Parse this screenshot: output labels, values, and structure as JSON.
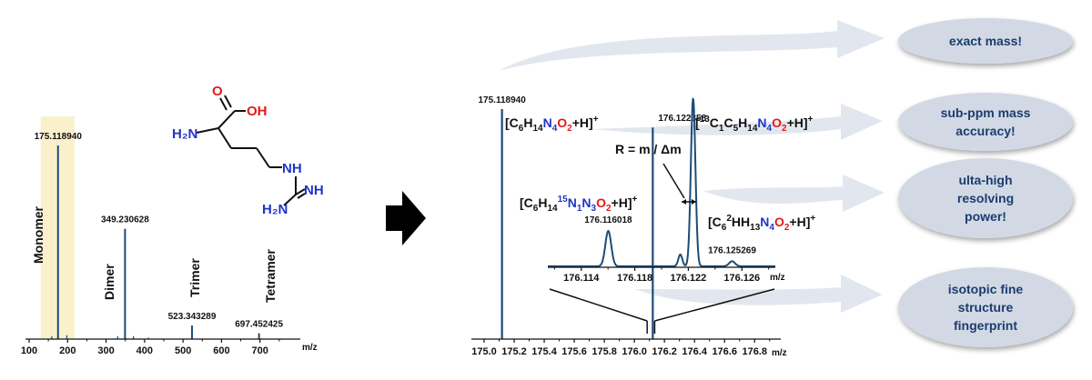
{
  "colors": {
    "spectrum": "#1c4c78",
    "highlight": "#fbf0cc",
    "arrow_fill": "#dde3ec",
    "bubble_fill": "#d2d9e5",
    "bubble_text": "#1b3c6e",
    "blue_atom": "#1f35c9",
    "red_atom": "#e01b1b"
  },
  "molecule": {
    "o_label": "O",
    "oh_label": "OH",
    "h2n_label": "H₂N",
    "nh_label": "NH",
    "eq_nh_label": "NH",
    "h2n_bottom_label": "H₂N"
  },
  "center_arrow_icon": "right-arrow-icon",
  "resolution_label": "R = m / Δm",
  "formulas": {
    "main": [
      {
        "t": "[C"
      },
      {
        "t": "6",
        "s": "sub"
      },
      {
        "t": "H"
      },
      {
        "t": "14",
        "s": "sub"
      },
      {
        "t": "N",
        "c": "blue"
      },
      {
        "t": "4",
        "s": "sub",
        "c": "blue"
      },
      {
        "t": "O",
        "c": "red"
      },
      {
        "t": "2",
        "s": "sub",
        "c": "red"
      },
      {
        "t": "+H]"
      },
      {
        "t": "+",
        "s": "sup"
      }
    ],
    "c13": [
      {
        "t": "["
      },
      {
        "t": "13",
        "s": "sup"
      },
      {
        "t": "C"
      },
      {
        "t": "1",
        "s": "sub"
      },
      {
        "t": "C"
      },
      {
        "t": "5",
        "s": "sub"
      },
      {
        "t": "H"
      },
      {
        "t": "14",
        "s": "sub"
      },
      {
        "t": "N",
        "c": "blue"
      },
      {
        "t": "4",
        "s": "sub",
        "c": "blue"
      },
      {
        "t": "O",
        "c": "red"
      },
      {
        "t": "2",
        "s": "sub",
        "c": "red"
      },
      {
        "t": "+H]"
      },
      {
        "t": "+",
        "s": "sup"
      }
    ],
    "n15": [
      {
        "t": "[C"
      },
      {
        "t": "6",
        "s": "sub"
      },
      {
        "t": "H"
      },
      {
        "t": "14",
        "s": "sub"
      },
      {
        "t": "15",
        "s": "sup",
        "c": "blue"
      },
      {
        "t": "N",
        "c": "blue"
      },
      {
        "t": "1",
        "s": "sub",
        "c": "blue"
      },
      {
        "t": "N",
        "c": "blue"
      },
      {
        "t": "3",
        "s": "sub",
        "c": "blue"
      },
      {
        "t": "O",
        "c": "red"
      },
      {
        "t": "2",
        "s": "sub",
        "c": "red"
      },
      {
        "t": "+H]"
      },
      {
        "t": "+",
        "s": "sup"
      }
    ],
    "h2": [
      {
        "t": "[C"
      },
      {
        "t": "6",
        "s": "sub"
      },
      {
        "t": "2",
        "s": "sup"
      },
      {
        "t": "HH"
      },
      {
        "t": "13",
        "s": "sub"
      },
      {
        "t": "N",
        "c": "blue"
      },
      {
        "t": "4",
        "s": "sub",
        "c": "blue"
      },
      {
        "t": "O",
        "c": "red"
      },
      {
        "t": "2",
        "s": "sub",
        "c": "red"
      },
      {
        "t": "+H]"
      },
      {
        "t": "+",
        "s": "sup"
      }
    ]
  },
  "bubbles": [
    {
      "lines": [
        "exact mass!"
      ]
    },
    {
      "lines": [
        "sub-ppm mass",
        "accuracy!"
      ]
    },
    {
      "lines": [
        "ulta-high",
        "resolving",
        "power!"
      ]
    },
    {
      "lines": [
        "isotopic fine",
        "structure",
        "fingerprint"
      ]
    }
  ],
  "chart_data": [
    {
      "type": "bar",
      "xlabel": "m/z",
      "xlim": [
        100,
        800
      ],
      "xticks": [
        100,
        200,
        300,
        400,
        500,
        600,
        700
      ],
      "highlight_range": [
        130,
        218
      ],
      "peaks": [
        {
          "x": 175.11894,
          "y": 100,
          "label": "175.118940"
        },
        {
          "x": 349.230628,
          "y": 57,
          "label": "349.230628"
        },
        {
          "x": 523.343289,
          "y": 7,
          "label": "523.343289"
        },
        {
          "x": 697.452425,
          "y": 3,
          "label": "697.452425"
        }
      ],
      "noise": [
        {
          "x": 159,
          "y": 1.5
        },
        {
          "x": 198,
          "y": 2
        },
        {
          "x": 330,
          "y": 1.5
        },
        {
          "x": 371,
          "y": 1.5
        },
        {
          "x": 410,
          "y": 0.8
        }
      ],
      "annotations": [
        "Monomer",
        "Dimer",
        "Trimer",
        "Tetramer"
      ]
    },
    {
      "type": "line",
      "xlabel": "m/z",
      "xlim": [
        175.0,
        176.95
      ],
      "xticks": [
        "175.0",
        "175.2",
        "175.4",
        "175.6",
        "175.8",
        "176.0",
        "176.2",
        "176.4",
        "176.6",
        "176.8"
      ],
      "peaks": [
        {
          "x": 175.11894,
          "y": 100,
          "label": "175.118940"
        },
        {
          "x": 176.122358,
          "y": 92,
          "label": "176.122358"
        }
      ],
      "zoom_window": [
        176.085,
        176.135
      ]
    },
    {
      "type": "line",
      "xlabel": "m/z",
      "xlim": [
        176.1115,
        176.1285
      ],
      "xticks": [
        "176.114",
        "176.118",
        "176.122",
        "176.126"
      ],
      "peaks": [
        {
          "x": 176.116018,
          "y": 21,
          "label": "176.116018"
        },
        {
          "x": 176.122358,
          "y": 100,
          "label": ""
        },
        {
          "x": 176.125269,
          "y": 3,
          "label": "176.125269"
        }
      ],
      "shoulders": [
        {
          "x": 176.1214,
          "y": 7
        }
      ]
    }
  ]
}
